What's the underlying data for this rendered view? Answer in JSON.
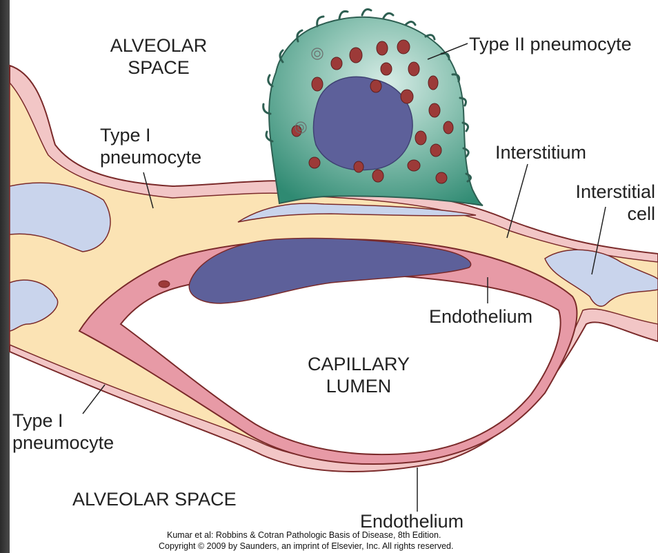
{
  "labels": {
    "alveolar_space_top_line1": "ALVEOLAR",
    "alveolar_space_top_line2": "SPACE",
    "type2": "Type II pneumocyte",
    "type1_top_line1": "Type I",
    "type1_top_line2": "pneumocyte",
    "interstitium": "Interstitium",
    "interstitial_cell_line1": "Interstitial",
    "interstitial_cell_line2": "cell",
    "endothelium_right": "Endothelium",
    "capillary_line1": "CAPILLARY",
    "capillary_line2": "LUMEN",
    "type1_bottom_line1": "Type I",
    "type1_bottom_line2": "pneumocyte",
    "alveolar_space_bottom": "ALVEOLAR SPACE",
    "endothelium_bottom": "Endothelium"
  },
  "credit": {
    "line1": "Kumar et al: Robbins & Cotran Pathologic Basis of Disease, 8th Edition.",
    "line2": "Copyright © 2009 by Saunders, an imprint of Elsevier, Inc. All rights reserved."
  },
  "colors": {
    "interstitium": "#fbe3b4",
    "epithelium": "#f2c6c6",
    "endothelium": "#e79aa6",
    "outline": "#7a2a2a",
    "fluid": "#c9d4ec",
    "nucleus": "#5d609a",
    "type2_cell": "#6aae9c",
    "granule": "#9c3a38"
  }
}
